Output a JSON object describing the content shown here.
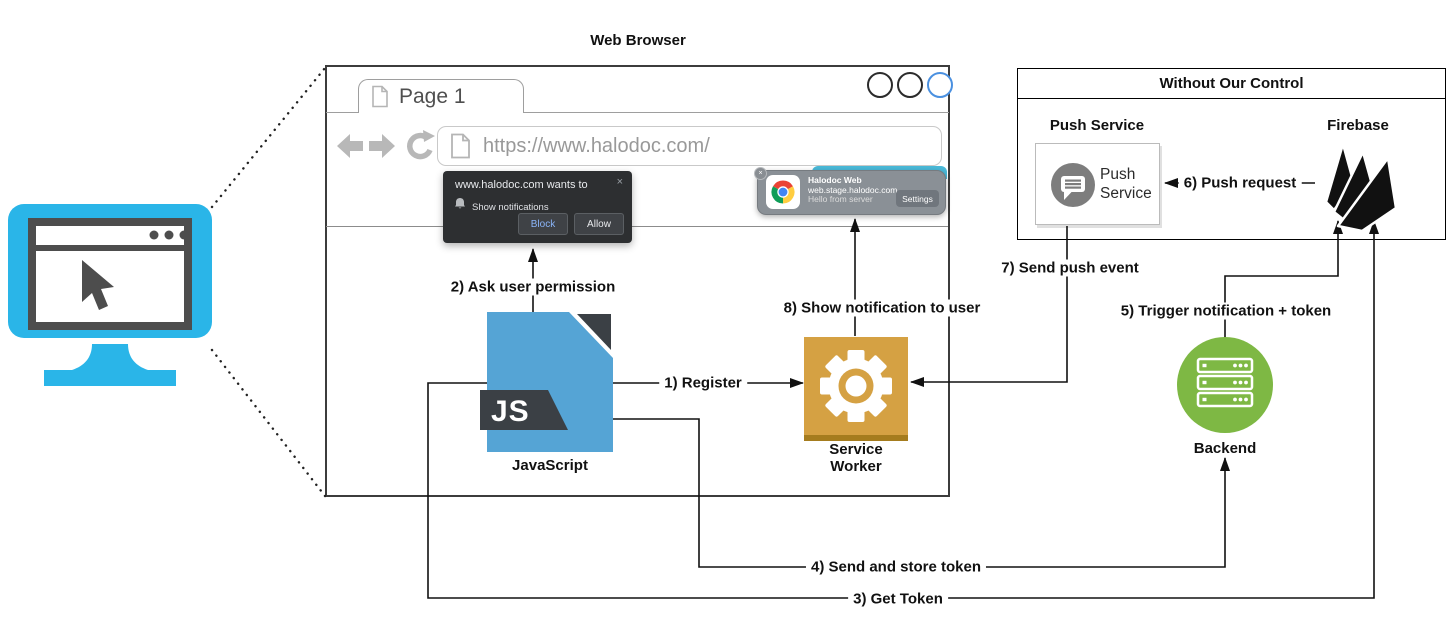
{
  "browser": {
    "title": "Web Browser",
    "tab_label": "Page 1",
    "url": "https://www.halodoc.com/",
    "permission_dialog": {
      "title": "www.halodoc.com wants to",
      "message": "Show notifications",
      "block_label": "Block",
      "allow_label": "Allow",
      "close_glyph": "×"
    },
    "notification": {
      "app_title": "Halodoc Web",
      "source": "web.stage.halodoc.com",
      "body": "Hello from server",
      "settings_label": "Settings",
      "close_glyph": "×"
    }
  },
  "outside_box": {
    "title": "Without Our Control"
  },
  "nodes": {
    "javascript": {
      "label": "JavaScript",
      "badge": "JS"
    },
    "service_worker": {
      "label": "Service Worker"
    },
    "push_service": {
      "header": "Push Service",
      "card_label": "Push Service"
    },
    "firebase": {
      "label": "Firebase"
    },
    "backend": {
      "label": "Backend"
    }
  },
  "flows": [
    {
      "label": "1) Register"
    },
    {
      "label": "2) Ask user permission"
    },
    {
      "label": "3) Get Token"
    },
    {
      "label": "4) Send and store token"
    },
    {
      "label": "5) Trigger notification + token"
    },
    {
      "label": "6) Push request"
    },
    {
      "label": "7) Send push event"
    },
    {
      "label": "8) Show notification to user"
    }
  ],
  "colors": {
    "monitor_cyan": "#2ab5e8",
    "js_blue": "#55a4d5",
    "dark_slate": "#3b4045",
    "service_worker_gold": "#d5a143",
    "service_worker_strip": "#a57c1e",
    "backend_green": "#7eb844",
    "push_icon_gray": "#7d7d7d",
    "firebase_black": "#111111",
    "active_circle_blue": "#4a90e0",
    "page_header_cyan": "#4ab9d8",
    "dialog_bg": "#2d2f31",
    "notification_bg": "#8a9096",
    "block_text_blue": "#8ab4f8"
  }
}
